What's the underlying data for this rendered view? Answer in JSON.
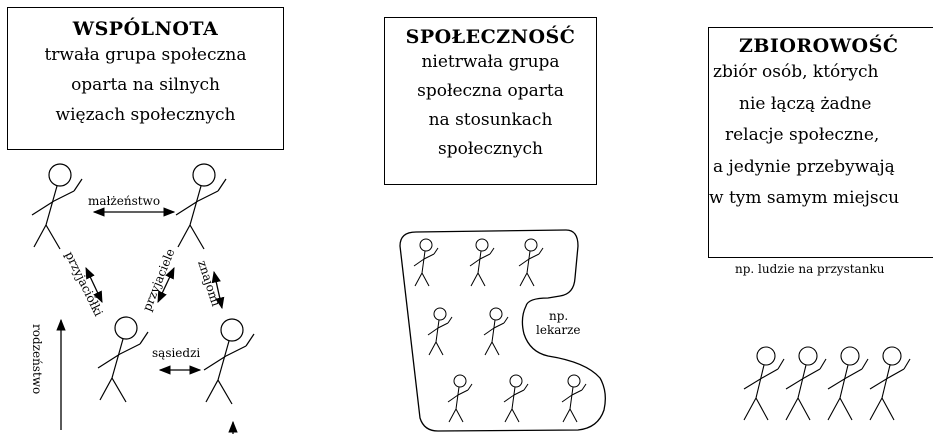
{
  "groups": [
    {
      "title": "WSPÓLNOTA",
      "lines": [
        "trwała grupa społeczna",
        "oparta na silnych",
        "więzach społecznych"
      ]
    },
    {
      "title": "SPOŁECZNOŚĆ",
      "lines": [
        "nietrwała grupa",
        "społeczna oparta",
        "na stosunkach",
        "społecznych"
      ]
    },
    {
      "title": "ZBIOROWOŚĆ",
      "lines": [
        "zbiór osób, których",
        "nie łączą żadne",
        "relacje społeczne,",
        "a jedynie przebywają",
        "w tym samym miejscu"
      ]
    }
  ],
  "relations": {
    "marriage": "małżeństwo",
    "female_friends": "przyjaciółki",
    "friends": "przyjaciele",
    "acquaintances": "znajomi",
    "neighbours": "sąsiedzi",
    "siblings": "rodzeństwo"
  },
  "community_note": [
    "np.",
    "lekarze"
  ],
  "collectivity_note": "np. ludzie na przystanku"
}
